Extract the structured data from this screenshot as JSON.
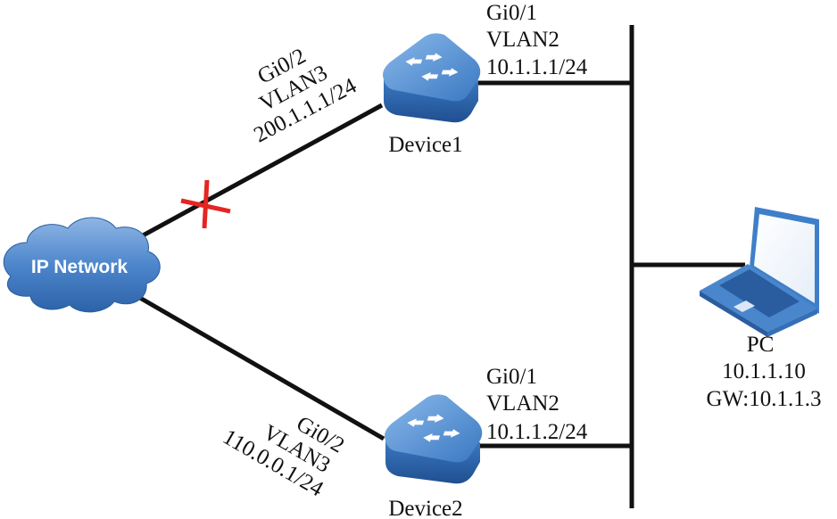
{
  "cloud": {
    "label": "IP Network"
  },
  "devices": [
    {
      "name": "Device1",
      "uplink": {
        "port": "Gi0/2",
        "vlan": "VLAN3",
        "ip": "200.1.1.1/24"
      },
      "downlink": {
        "port": "Gi0/1",
        "vlan": "VLAN2",
        "ip": "10.1.1.1/24"
      }
    },
    {
      "name": "Device2",
      "uplink": {
        "port": "Gi0/2",
        "vlan": "VLAN3",
        "ip": "110.0.0.1/24"
      },
      "downlink": {
        "port": "Gi0/1",
        "vlan": "VLAN2",
        "ip": "10.1.1.2/24"
      }
    }
  ],
  "pc": {
    "name": "PC",
    "ip": "10.1.1.10",
    "gateway": "GW:10.1.1.3"
  },
  "link_failure": {
    "link": "Device1 uplink",
    "marker": "red-x"
  },
  "colors": {
    "device": "#3d7cc4",
    "failure": "#e52521",
    "link": "#111111"
  }
}
